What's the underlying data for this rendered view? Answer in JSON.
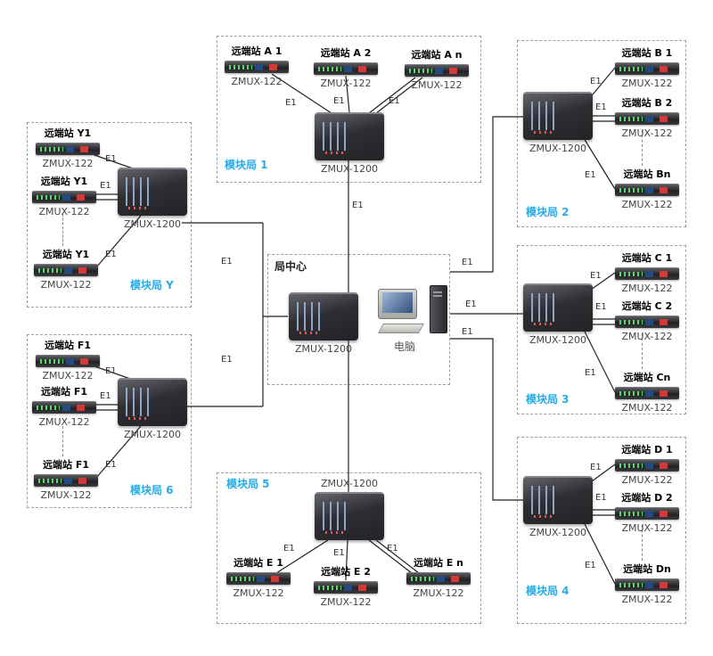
{
  "labels": {
    "e1": "E1",
    "zmux122": "ZMUX-122",
    "zmux1200": "ZMUX-1200",
    "computer": "电脑",
    "center_title": "局中心"
  },
  "modules": {
    "m1": {
      "label": "模块局 1",
      "stations": [
        "远端站 A 1",
        "远端站 A 2",
        "远端站 A n"
      ]
    },
    "m2": {
      "label": "模块局 2",
      "stations": [
        "远端站 B 1",
        "远端站 B 2",
        "远端站 Bn"
      ]
    },
    "m3": {
      "label": "模块局 3",
      "stations": [
        "远端站 C 1",
        "远端站 C 2",
        "远端站 Cn"
      ]
    },
    "m4": {
      "label": "模块局 4",
      "stations": [
        "远端站 D 1",
        "远端站 D 2",
        "远端站 Dn"
      ]
    },
    "m5": {
      "label": "模块局 5",
      "stations": [
        "远端站 E 1",
        "远端站 E 2",
        "远端站 E n"
      ]
    },
    "m6": {
      "label": "模块局 6",
      "stations": [
        "远端站 F1",
        "远端站 F1",
        "远端站 F1"
      ]
    },
    "mY": {
      "label": "模块局 Y",
      "stations": [
        "远端站 Y1",
        "远端站 Y1",
        "远端站 Y1"
      ]
    }
  },
  "colors": {
    "module_label": "#29abe2",
    "station_label": "#000000",
    "device_label": "#444444",
    "wire": "#222222"
  }
}
